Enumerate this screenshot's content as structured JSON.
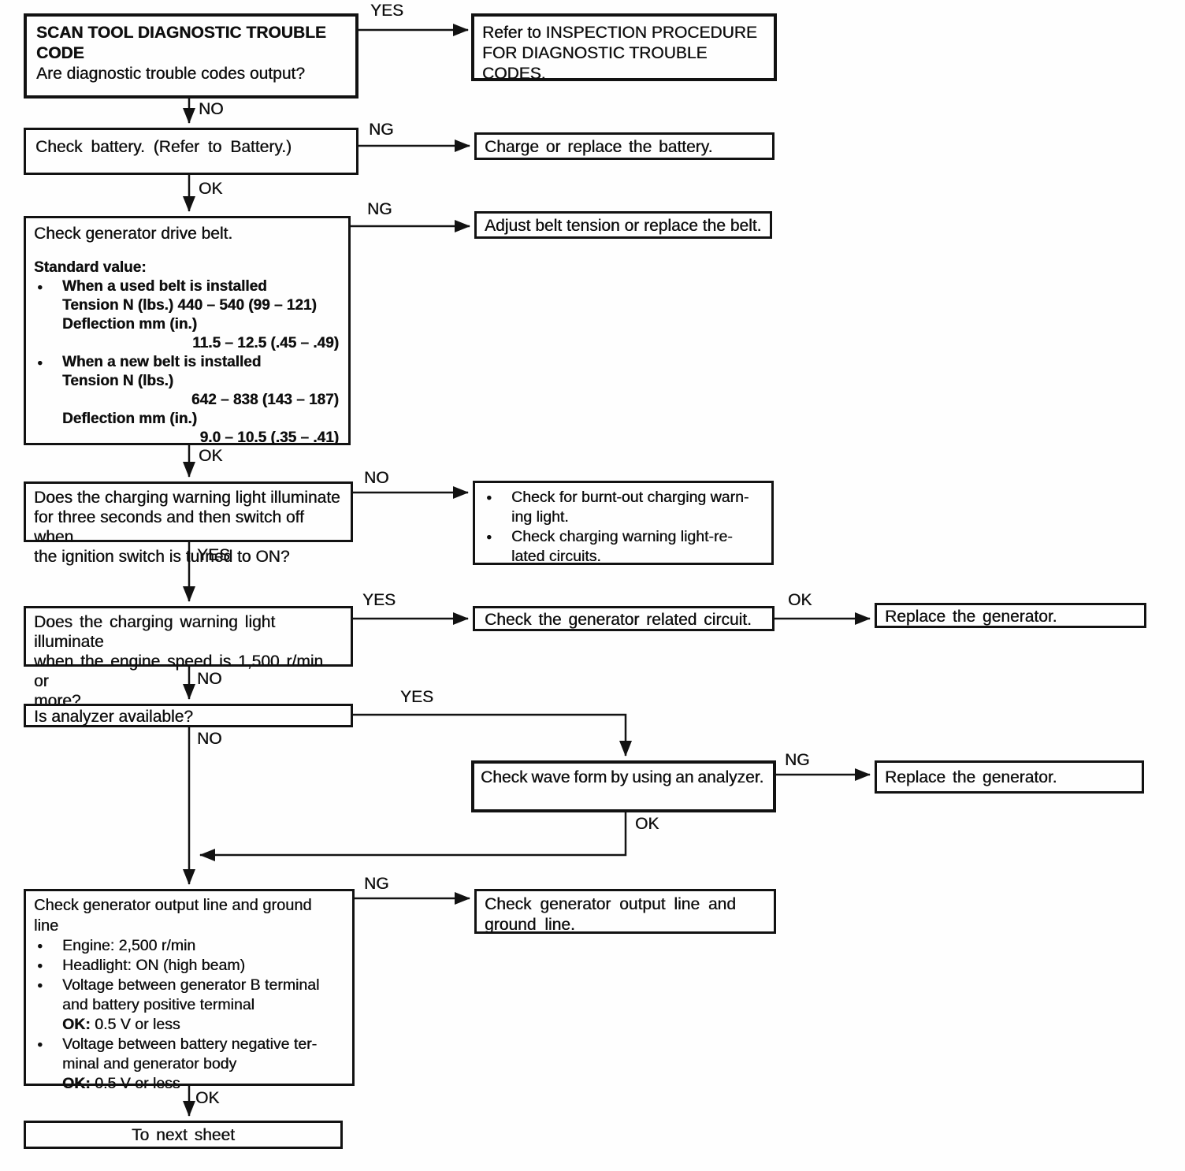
{
  "labels": {
    "yes": "YES",
    "no": "NO",
    "ng": "NG",
    "ok": "OK"
  },
  "glyphs": {
    "bullet": "●"
  },
  "nodes": {
    "scan_tool": {
      "title": "SCAN TOOL DIAGNOSTIC TROUBLE\nCODE",
      "question": "Are diagnostic trouble codes output?"
    },
    "refer_dtc": {
      "text": "Refer to INSPECTION PROCEDURE\nFOR DIAGNOSTIC TROUBLE\nCODES."
    },
    "check_battery": {
      "text": "Check battery. (Refer to Battery.)"
    },
    "charge_battery": {
      "text": "Charge or replace the battery."
    },
    "drive_belt": {
      "intro": "Check generator drive belt.",
      "standard_heading": "Standard value:",
      "used_belt_title": "When a used belt is installed",
      "used_belt_tension": "Tension N (lbs.) 440 – 540 (99 – 121)",
      "used_belt_deflection_label": "Deflection mm (in.)",
      "used_belt_deflection_value": "11.5 – 12.5 (.45 – .49)",
      "new_belt_title": "When a new belt is installed",
      "new_belt_tension_label": "Tension N (lbs.)",
      "new_belt_tension_value": "642 – 838 (143 – 187)",
      "new_belt_deflection_label": "Deflection mm (in.)",
      "new_belt_deflection_value": "9.0 – 10.5 (.35 – .41)"
    },
    "adjust_belt": {
      "text": "Adjust belt tension or replace the belt."
    },
    "warning_light_on": {
      "text": "Does the charging warning light illuminate\nfor three seconds and then switch off when\nthe ignition switch is turned to ON?"
    },
    "warning_light_checks": {
      "bullets": [
        "Check for burnt-out charging warn-\ning light.",
        "Check charging warning light-re-\nlated circuits."
      ]
    },
    "warning_light_speed": {
      "text": "Does the charging warning light illuminate\nwhen the engine speed is 1,500 r/min or\nmore?"
    },
    "generator_circuit": {
      "text": "Check the generator related circuit."
    },
    "replace_generator_1": {
      "text": "Replace the generator."
    },
    "analyzer_available": {
      "text": "Is analyzer available?"
    },
    "wave_form": {
      "text": "Check wave form by using an analyzer."
    },
    "replace_generator_2": {
      "text": "Replace the generator."
    },
    "output_line": {
      "title": "Check generator output line and ground\nline",
      "bullets": [
        {
          "text": "Engine: 2,500 r/min"
        },
        {
          "text": "Headlight: ON (high beam)"
        },
        {
          "text": "Voltage between generator B terminal\nand battery positive terminal",
          "ok_label": "OK:",
          "ok_value": "0.5 V or less"
        },
        {
          "text": "Voltage between battery negative ter-\nminal and generator body",
          "ok_label": "OK:",
          "ok_value": "0.5 V or less"
        }
      ]
    },
    "check_output_line": {
      "text": "Check generator output line and\nground line."
    },
    "to_next_sheet": {
      "text": "To next sheet"
    }
  }
}
